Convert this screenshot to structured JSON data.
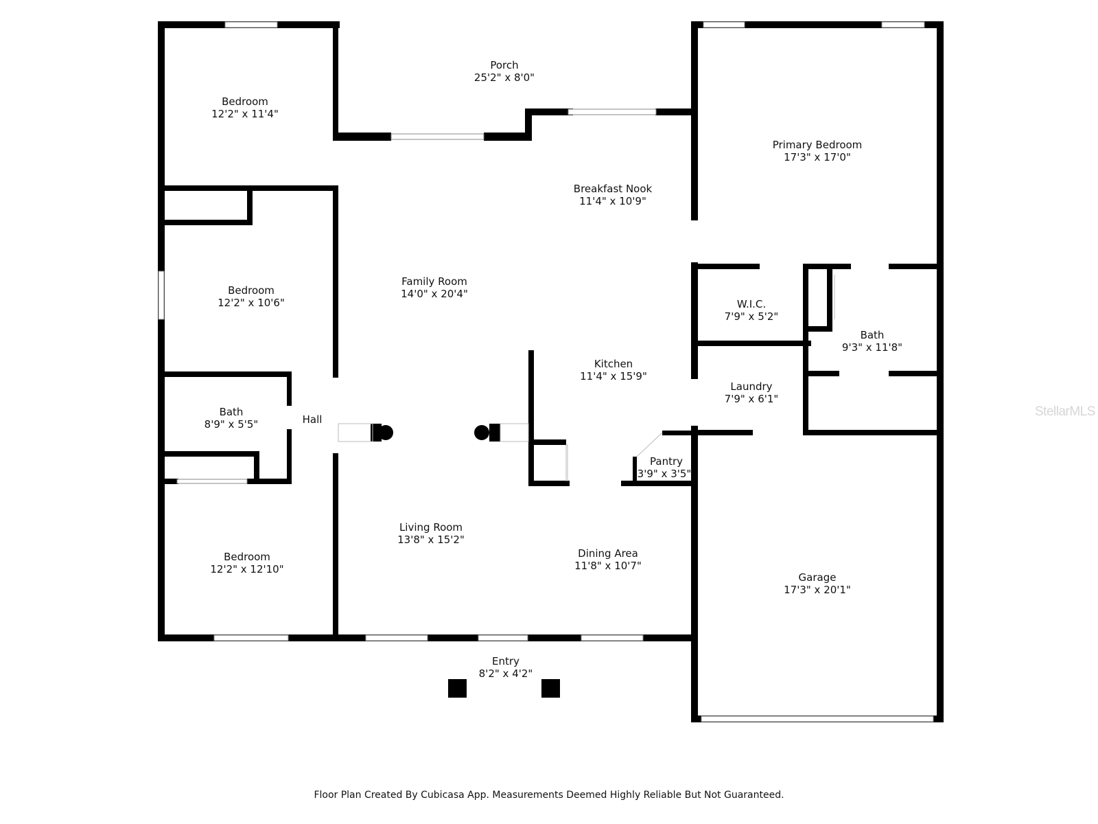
{
  "rooms": [
    {
      "id": "porch",
      "name": "Porch",
      "size": "25'2\" x 8'0\""
    },
    {
      "id": "bedroom-1",
      "name": "Bedroom",
      "size": "12'2\" x 11'4\""
    },
    {
      "id": "primary-bedroom",
      "name": "Primary Bedroom",
      "size": "17'3\" x 17'0\""
    },
    {
      "id": "breakfast-nook",
      "name": "Breakfast Nook",
      "size": "11'4\" x 10'9\""
    },
    {
      "id": "family-room",
      "name": "Family Room",
      "size": "14'0\" x 20'4\""
    },
    {
      "id": "bedroom-2",
      "name": "Bedroom",
      "size": "12'2\" x 10'6\""
    },
    {
      "id": "wic",
      "name": "W.I.C.",
      "size": "7'9\" x 5'2\""
    },
    {
      "id": "bath-primary",
      "name": "Bath",
      "size": "9'3\" x 11'8\""
    },
    {
      "id": "kitchen",
      "name": "Kitchen",
      "size": "11'4\" x 15'9\""
    },
    {
      "id": "laundry",
      "name": "Laundry",
      "size": "7'9\" x 6'1\""
    },
    {
      "id": "bath-hall",
      "name": "Bath",
      "size": "8'9\" x 5'5\""
    },
    {
      "id": "hall",
      "name": "Hall",
      "size": ""
    },
    {
      "id": "pantry",
      "name": "Pantry",
      "size": "3'9\" x 3'5\""
    },
    {
      "id": "living-room",
      "name": "Living Room",
      "size": "13'8\" x 15'2\""
    },
    {
      "id": "dining-area",
      "name": "Dining Area",
      "size": "11'8\" x 10'7\""
    },
    {
      "id": "bedroom-3",
      "name": "Bedroom",
      "size": "12'2\" x 12'10\""
    },
    {
      "id": "garage",
      "name": "Garage",
      "size": "17'3\" x 20'1\""
    },
    {
      "id": "entry",
      "name": "Entry",
      "size": "8'2\" x 4'2\""
    }
  ],
  "footer_note": "Floor Plan Created By Cubicasa App. Measurements Deemed Highly Reliable But Not Guaranteed.",
  "watermark": "StellarMLS",
  "colors": {
    "wall": "#000000",
    "window": "#cfcfcf",
    "background": "#ffffff"
  }
}
